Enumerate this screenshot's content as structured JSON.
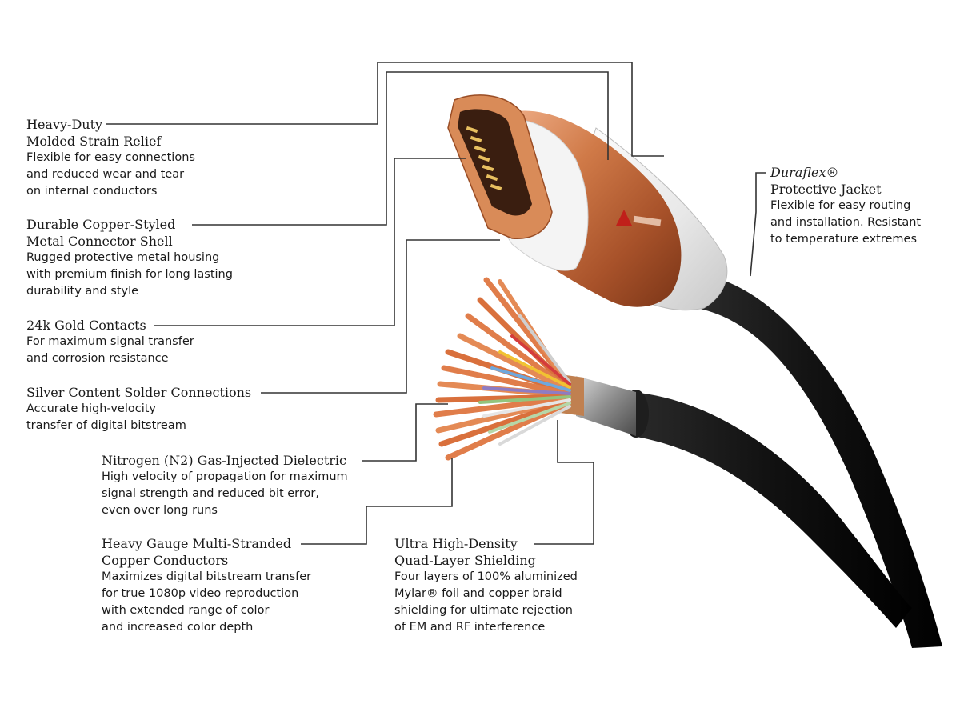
{
  "callouts": {
    "strain_relief": {
      "title_1": "Heavy-Duty",
      "title_2": "Molded Strain Relief",
      "desc": [
        "Flexible for easy connections",
        "and reduced wear and tear",
        "on internal conductors"
      ]
    },
    "connector_shell": {
      "title_1": "Durable Copper-Styled",
      "title_2": "Metal Connector Shell",
      "desc": [
        "Rugged protective metal housing",
        "with premium finish for long lasting",
        "durability and style"
      ]
    },
    "gold_contacts": {
      "title_1": "24k Gold Contacts",
      "desc": [
        "For maximum signal transfer",
        "and corrosion resistance"
      ]
    },
    "solder": {
      "title_1": "Silver Content Solder Connections",
      "desc": [
        "Accurate high-velocity",
        "transfer of digital bitstream"
      ]
    },
    "dielectric": {
      "title_1": "Nitrogen (N2) Gas-Injected Dielectric",
      "desc": [
        "High velocity of propagation for maximum",
        "signal strength and reduced bit error,",
        "even over long runs"
      ]
    },
    "conductors": {
      "title_1": "Heavy Gauge Multi-Stranded",
      "title_2": "Copper Conductors",
      "desc": [
        "Maximizes digital bitstream transfer",
        "for true 1080p video reproduction",
        "with extended range of color",
        "and increased color depth"
      ]
    },
    "shielding": {
      "title_1": "Ultra High-Density",
      "title_2": "Quad-Layer Shielding",
      "desc": [
        "Four layers of 100% aluminized",
        "Mylar® foil and copper braid",
        "shielding for ultimate rejection",
        "of EM and RF interference"
      ]
    },
    "jacket": {
      "title_brand": "Duraflex®",
      "title_2": "Protective Jacket",
      "desc": [
        "Flexible for easy routing",
        "and installation. Resistant",
        "to temperature extremes"
      ]
    }
  },
  "colors": {
    "copper": "#c9743f",
    "copper_dark": "#8a3f1c",
    "jacket": "#151515",
    "white_boot": "#eeeeee",
    "leader": "#333333",
    "text": "#1a1a1a"
  }
}
